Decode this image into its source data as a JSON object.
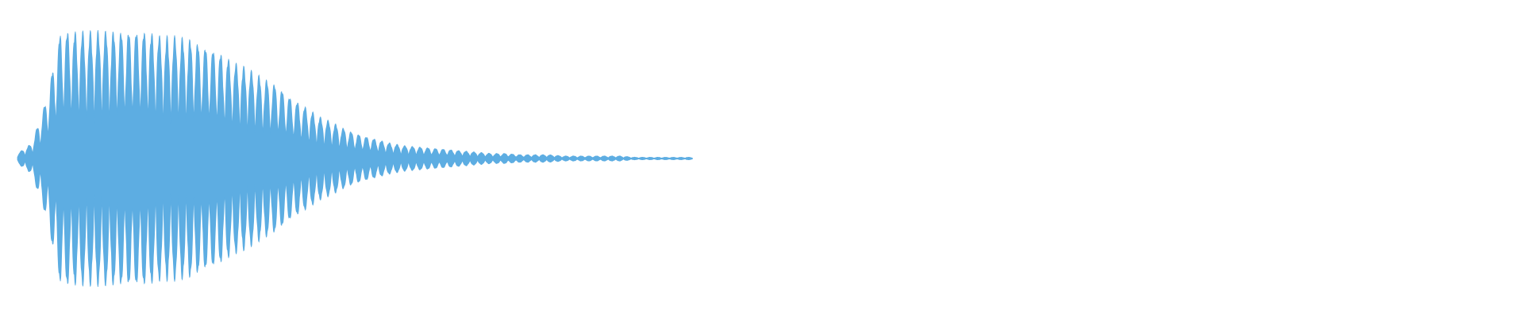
{
  "waveform": {
    "color": "#5DADE2",
    "background": "#FFFFFF",
    "envelope": [
      0.04,
      0.12,
      0.46,
      1.0,
      1.0,
      1.0,
      1.0,
      1.0,
      1.0,
      1.0,
      0.96,
      0.96,
      0.94,
      0.88,
      0.84,
      0.76,
      0.71,
      0.64,
      0.58,
      0.48,
      0.41,
      0.33,
      0.28,
      0.22,
      0.18,
      0.15,
      0.12,
      0.1,
      0.09,
      0.08,
      0.07,
      0.06,
      0.05,
      0.04,
      0.04,
      0.03,
      0.03,
      0.03,
      0.02,
      0.02,
      0.02,
      0.02,
      0.02,
      0.01,
      0.01,
      0.01,
      0.01,
      0.01
    ],
    "end_fraction": 0.64
  }
}
